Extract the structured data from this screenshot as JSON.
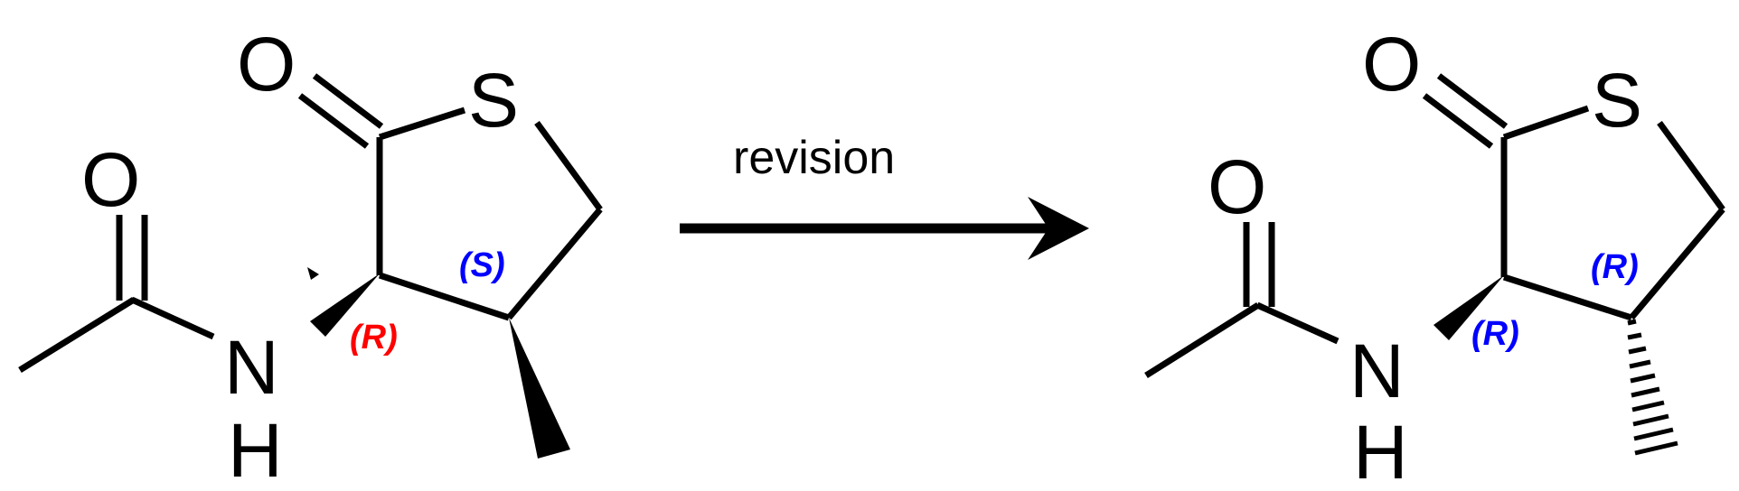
{
  "arrow": {
    "label": "revision"
  },
  "starting_structure": {
    "atoms": {
      "carbonyl_o": "O",
      "acetyl_o": "O",
      "sulfur": "S",
      "nitrogen": "N",
      "nh_hydrogen": "H"
    },
    "descriptors": {
      "c3": {
        "text": "(R)",
        "color": "#ff0000"
      },
      "c4": {
        "text": "(S)",
        "color": "#0000ff"
      }
    },
    "methyl_bond": "wedge"
  },
  "revised_structure": {
    "atoms": {
      "carbonyl_o": "O",
      "acetyl_o": "O",
      "sulfur": "S",
      "nitrogen": "N",
      "nh_hydrogen": "H"
    },
    "descriptors": {
      "c3": {
        "text": "(R)",
        "color": "#0000ff"
      },
      "c4": {
        "text": "(R)",
        "color": "#0000ff"
      }
    },
    "methyl_bond": "hash"
  }
}
